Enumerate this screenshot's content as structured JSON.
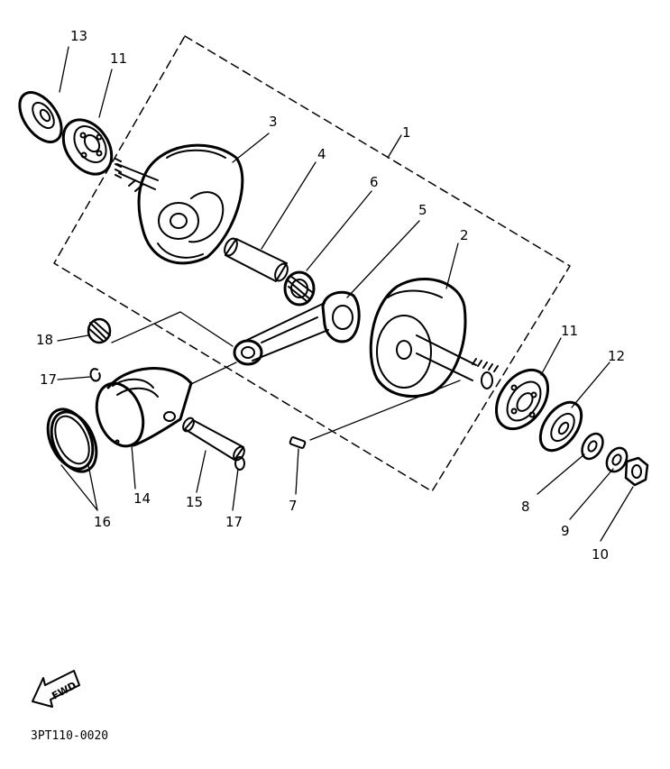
{
  "diagram": {
    "labels": {
      "l1": "1",
      "l2": "2",
      "l3": "3",
      "l4": "4",
      "l5": "5",
      "l6": "6",
      "l7": "7",
      "l8": "8",
      "l9": "9",
      "l10": "10",
      "l11a": "11",
      "l11b": "11",
      "l12": "12",
      "l13": "13",
      "l14": "14",
      "l15": "15",
      "l16": "16",
      "l17a": "17",
      "l17b": "17",
      "l18": "18"
    },
    "fwd_text": "FWD",
    "code": "3PT110-0020"
  },
  "colors": {
    "ink": "#000000",
    "paper": "#ffffff"
  }
}
